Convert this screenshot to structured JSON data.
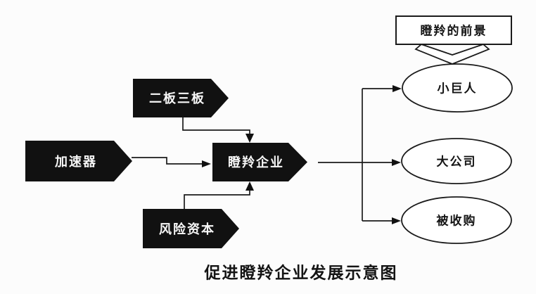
{
  "diagram": {
    "caption": "促进瞪羚企业发展示意图",
    "prospect_box": {
      "label": "瞪羚的前景"
    },
    "inputs": [
      {
        "id": "second-third-board",
        "label": "二板三板"
      },
      {
        "id": "accelerator",
        "label": "加速器"
      },
      {
        "id": "venture-capital",
        "label": "风险资本"
      }
    ],
    "center": {
      "label": "瞪羚企业"
    },
    "outcomes": [
      {
        "id": "little-giant",
        "label": "小巨人"
      },
      {
        "id": "big-company",
        "label": "大公司"
      },
      {
        "id": "acquired",
        "label": "被收购"
      }
    ],
    "colors": {
      "shape_fill": "#111111",
      "shape_text": "#f7f7f7",
      "line": "#1a1a1a",
      "node_fill": "#ffffff",
      "background": "#fcfcfc"
    }
  }
}
